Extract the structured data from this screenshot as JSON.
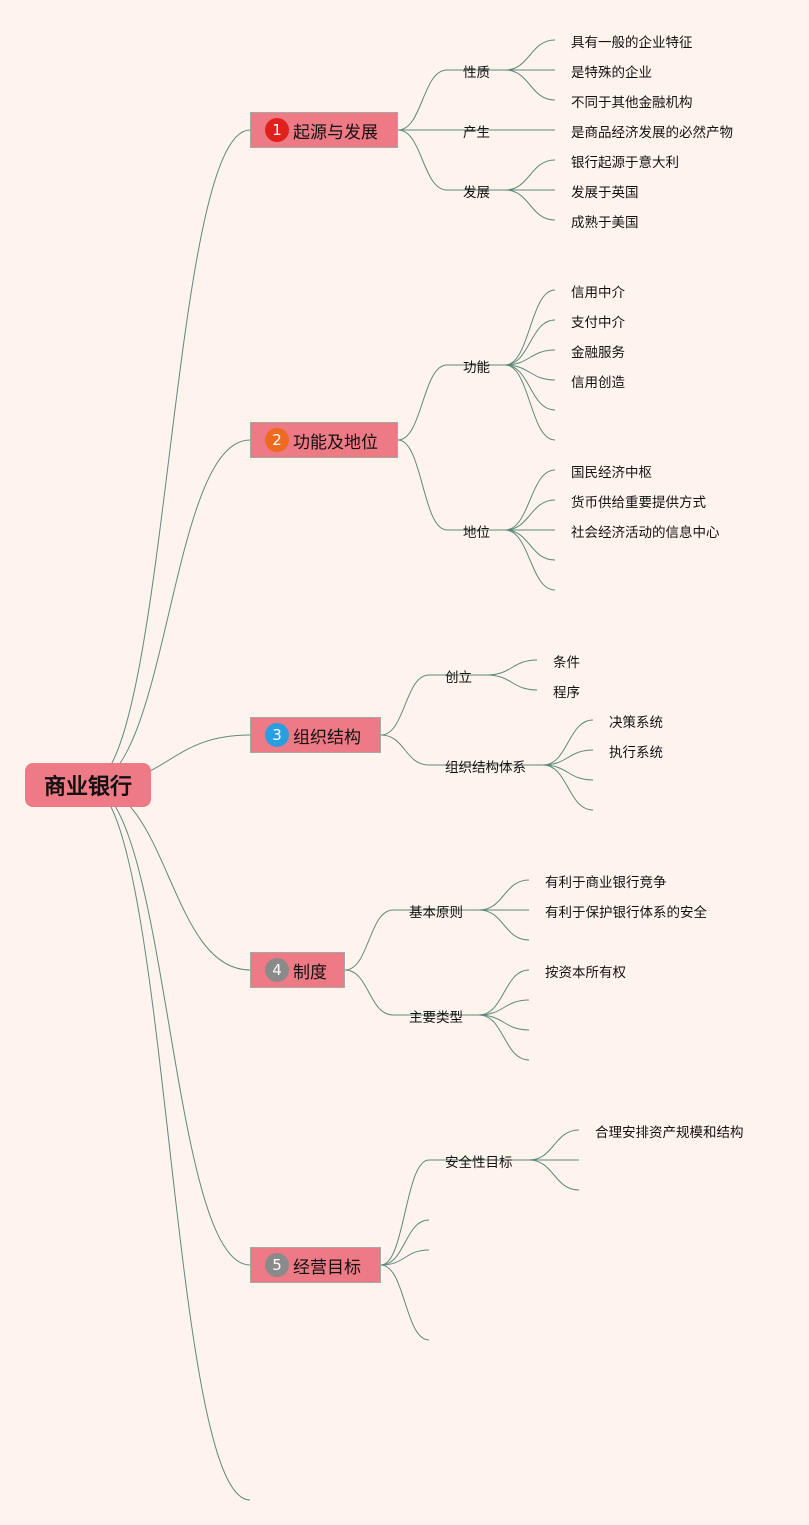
{
  "root": "商业银行",
  "branches": [
    {
      "num": "1",
      "label": "起源与发展",
      "color": "#e0201d"
    },
    {
      "num": "2",
      "label": "功能及地位",
      "color": "#ee6a20"
    },
    {
      "num": "3",
      "label": "组织结构",
      "color": "#2a9ee0"
    },
    {
      "num": "4",
      "label": "制度",
      "color": "#8a8a8a"
    },
    {
      "num": "5",
      "label": "经营目标",
      "color": "#8a8a8a"
    }
  ],
  "subtopics": [
    {
      "label": "性质",
      "leaves": [
        "具有一般的企业特征",
        "是特殊的企业",
        "不同于其他金融机构"
      ]
    },
    {
      "label": "产生",
      "leaves": [
        "是商品经济发展的必然产物"
      ]
    },
    {
      "label": "发展",
      "leaves": [
        "银行起源于意大利",
        "发展于英国",
        "成熟于美国"
      ]
    },
    {
      "label": "功能",
      "leaves": [
        "信用中介",
        "支付中介",
        "金融服务",
        "信用创造",
        "",
        ""
      ]
    },
    {
      "label": "地位",
      "leaves": [
        "国民经济中枢",
        "货币供给重要提供方式",
        "社会经济活动的信息中心",
        "",
        ""
      ]
    },
    {
      "label": "创立",
      "leaves": [
        "条件",
        "程序"
      ]
    },
    {
      "label": "组织结构体系",
      "leaves": [
        "决策系统",
        "执行系统",
        "",
        ""
      ]
    },
    {
      "label": "基本原则",
      "leaves": [
        "有利于商业银行竞争",
        "有利于保护银行体系的安全",
        ""
      ]
    },
    {
      "label": "主要类型",
      "leaves": [
        "按资本所有权",
        "",
        "",
        ""
      ]
    },
    {
      "label": "安全性目标",
      "leaves": [
        "合理安排资产规模和结构",
        "",
        ""
      ]
    },
    {
      "label": "",
      "leaves": []
    },
    {
      "label": "",
      "leaves": []
    },
    {
      "label": "",
      "leaves": []
    }
  ]
}
